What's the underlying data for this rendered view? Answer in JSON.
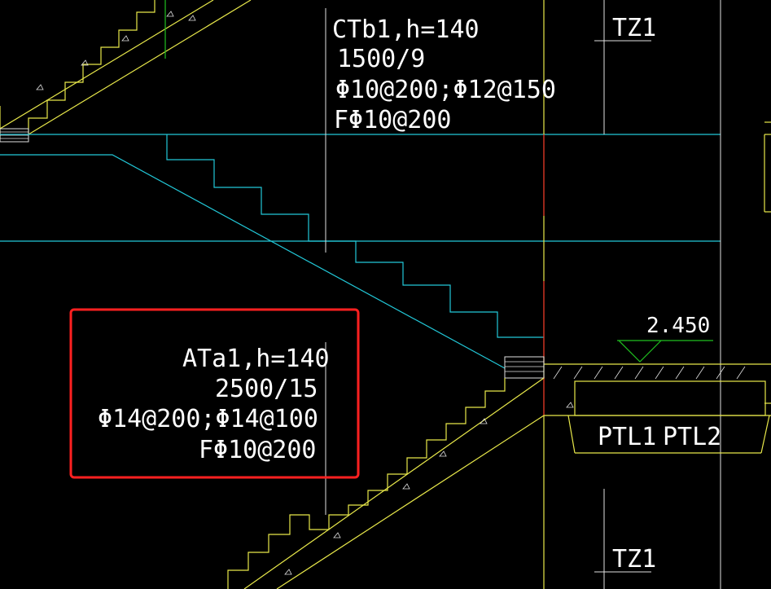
{
  "colors": {
    "background": "#000000",
    "text": "#ffffff",
    "line_yellow": "#e8e84a",
    "line_cyan": "#22c8d8",
    "line_white": "#e0e0e0",
    "line_green": "#20c020",
    "line_red": "#e02020",
    "highlight_box": "#ff2020"
  },
  "upper_stair_label": {
    "name": "CTb1,h=140",
    "size": "1500/9",
    "rebar": "Φ10@200;Φ12@150",
    "dist_rebar": "FΦ10@200"
  },
  "lower_stair_label": {
    "name": "ATa1,h=140",
    "size": "2500/15",
    "rebar": "Φ14@200;Φ14@100",
    "dist_rebar": "FΦ10@200"
  },
  "column_top": "TZ1",
  "column_bottom": "TZ1",
  "elevation": "2.450",
  "beam_left": "PTL1",
  "beam_right": "PTL2"
}
